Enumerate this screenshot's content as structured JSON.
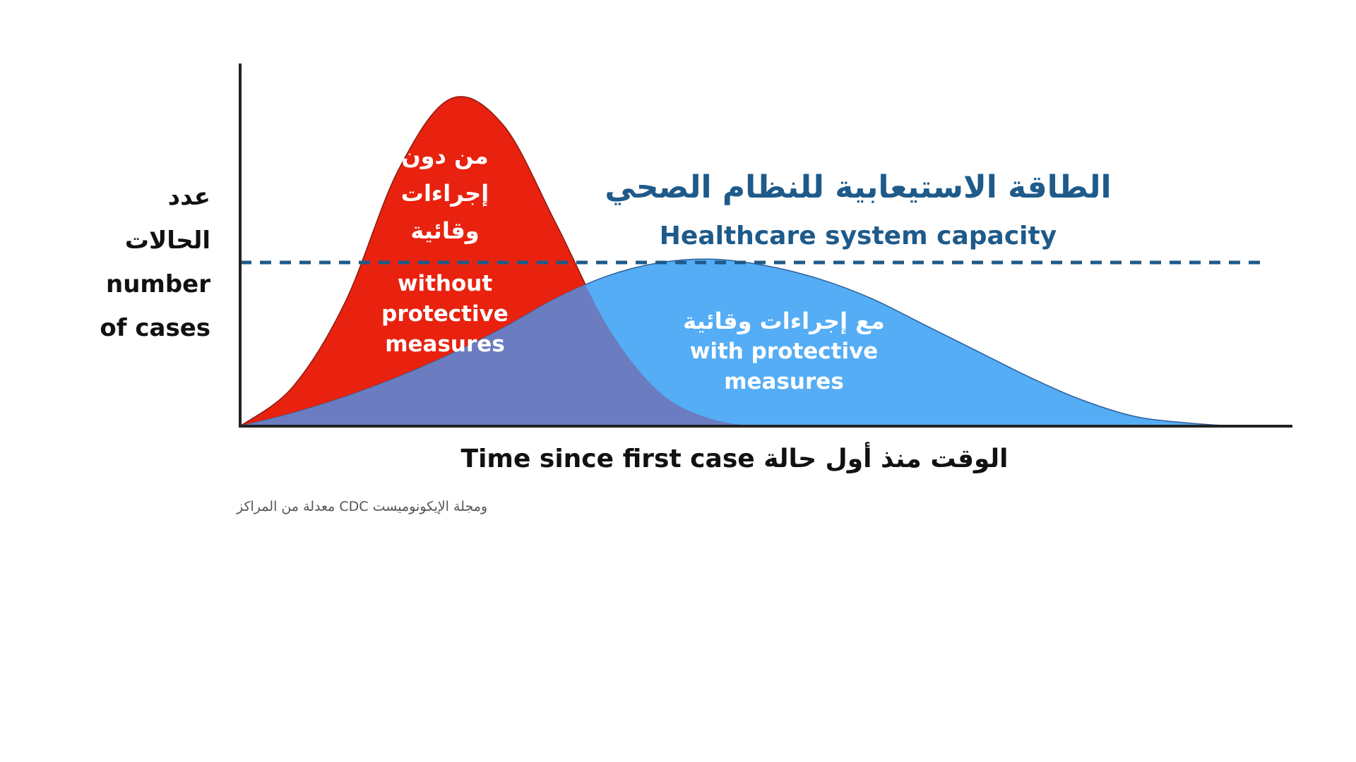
{
  "chart_data": {
    "type": "area",
    "title": "",
    "xlabel": "Time since first case الوقت منذ أول حالة",
    "ylabel_lines": [
      "عدد",
      "الحالات",
      "number",
      "of cases"
    ],
    "xlim": [
      0,
      100
    ],
    "ylim": [
      0,
      100
    ],
    "grid": false,
    "x": [
      0,
      5,
      10,
      15,
      20,
      25,
      30,
      35,
      40,
      45,
      50,
      55,
      60,
      65,
      70,
      75,
      80,
      85,
      90,
      95,
      100
    ],
    "series": [
      {
        "name": "without protective measures",
        "label_ar": [
          "من دون",
          "إجراءات",
          "وقائية"
        ],
        "label_en": [
          "without",
          "protective",
          "measures"
        ],
        "color": "#e8220f",
        "values": [
          0,
          12,
          38,
          78,
          100,
          92,
          62,
          30,
          10,
          2,
          0,
          0,
          0,
          0,
          0,
          0,
          0,
          0,
          0,
          0,
          0
        ]
      },
      {
        "name": "with protective measures",
        "label_ar": [
          "مع  إجراءات وقائية"
        ],
        "label_en": [
          "with protective",
          "measures"
        ],
        "color": "#54adf5",
        "values": [
          0,
          4,
          9,
          15,
          22,
          30,
          39,
          46,
          50,
          51,
          49,
          45,
          39,
          31,
          23,
          15,
          8,
          3,
          1,
          0,
          0
        ]
      }
    ],
    "overlap_color": "#6b7cc0",
    "capacity_line": {
      "value": 50,
      "label_ar": "الطاقة الاستيعابية للنظام الصحي",
      "label_en": "Healthcare system capacity",
      "color": "#1e5a8a"
    },
    "source_note": "معدلة من المراكز CDC ومجلة الإيكونوميست"
  }
}
